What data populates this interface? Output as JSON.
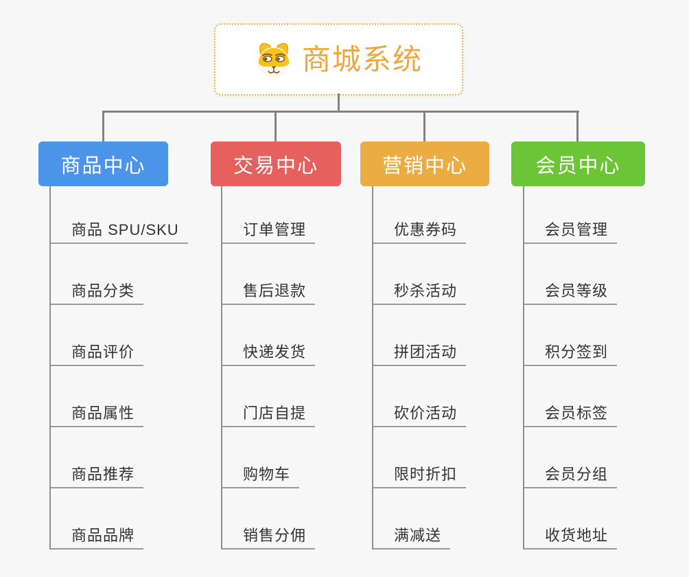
{
  "root": {
    "title": "商城系统",
    "icon": "dog-face-icon",
    "text_color": "#F0A73E",
    "border_color": "#F3B13C"
  },
  "style": {
    "background_color": "#f7f7f7",
    "connector_color": "#828282",
    "underline_color": "#9a9a9a",
    "leaf_text_color": "#333333"
  },
  "branches": [
    {
      "title": "商品中心",
      "color": "#4B94EA",
      "items": [
        "商品 SPU/SKU",
        "商品分类",
        "商品评价",
        "商品属性",
        "商品推荐",
        "商品品牌"
      ]
    },
    {
      "title": "交易中心",
      "color": "#E6605E",
      "items": [
        "订单管理",
        "售后退款",
        "快递发货",
        "门店自提",
        "购物车",
        "销售分佣"
      ]
    },
    {
      "title": "营销中心",
      "color": "#ECAC44",
      "items": [
        "优惠券码",
        "秒杀活动",
        "拼团活动",
        "砍价活动",
        "限时折扣",
        "满减送"
      ]
    },
    {
      "title": "会员中心",
      "color": "#6CC437",
      "items": [
        "会员管理",
        "会员等级",
        "积分签到",
        "会员标签",
        "会员分组",
        "收货地址"
      ]
    }
  ]
}
